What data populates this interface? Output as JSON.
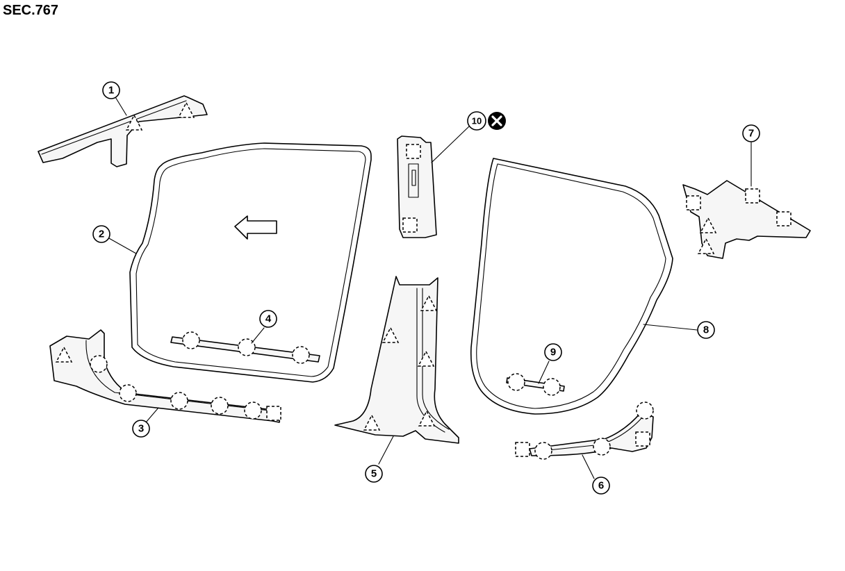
{
  "section_label": "SEC.767",
  "callouts": [
    "1",
    "2",
    "3",
    "4",
    "5",
    "6",
    "7",
    "8",
    "9",
    "10"
  ],
  "icons": {
    "not_reusable": "circle-x-icon",
    "forward_direction": "arrow-left-icon",
    "clip": "dashed-circle-icon",
    "pawl": "dashed-triangle-icon",
    "metal_clip": "dashed-square-icon"
  },
  "colors": {
    "line": "#000000",
    "background": "#ffffff",
    "part_fill": "#f6f6f6"
  }
}
